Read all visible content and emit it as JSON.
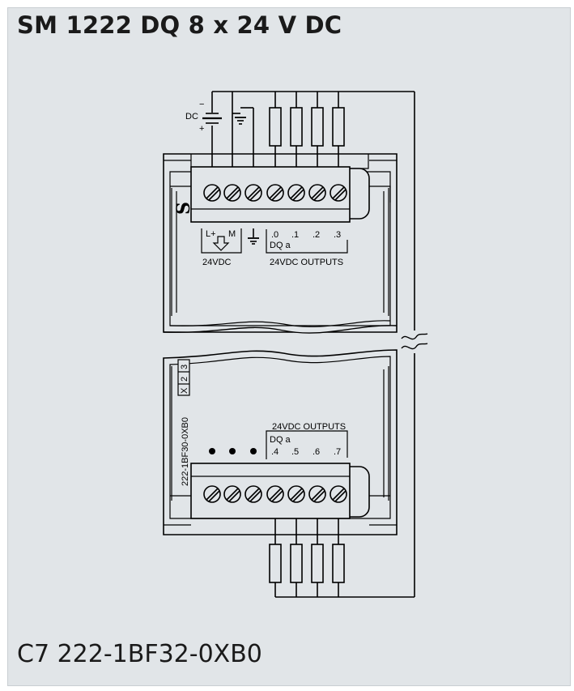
{
  "title": "SM 1222 DQ 8 x 24 V DC",
  "order_number": "C7 222-1BF32-0XB0",
  "supply": {
    "dc_label": "DC",
    "minus": "−",
    "plus": "+"
  },
  "upper_labels": {
    "lplus": "L+",
    "m": "M",
    "supply_caption": "24VDC",
    "outputs_caption": "24VDC OUTPUTS",
    "group": "DQ a",
    "channels": [
      ".0",
      ".1",
      ".2",
      ".3"
    ]
  },
  "lower_labels": {
    "outputs_caption": "24VDC OUTPUTS",
    "group": "DQ a",
    "channels": [
      ".4",
      ".5",
      ".6",
      ".7"
    ]
  },
  "side_text": "222-1BF30-0XB0",
  "side_boxes": [
    "X",
    "2",
    "3"
  ],
  "logo_letter": "S"
}
